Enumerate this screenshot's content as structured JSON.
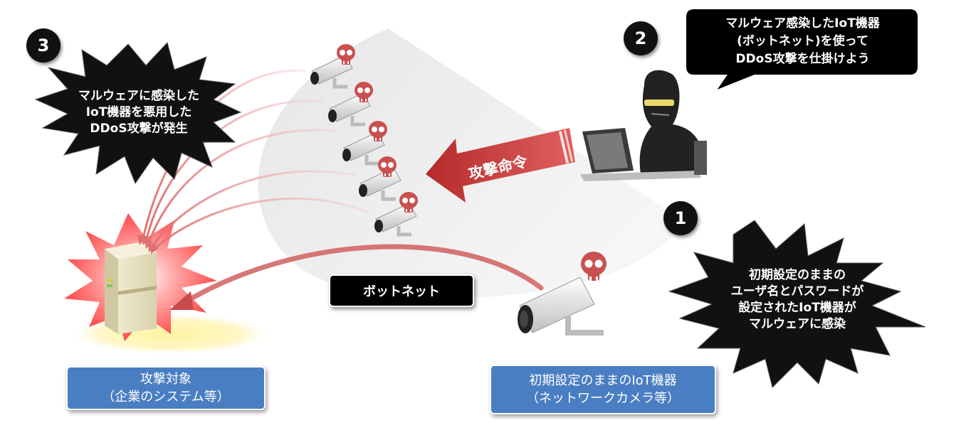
{
  "steps": {
    "step1": {
      "number": "1",
      "text": [
        "初期設定のままの",
        "ユーザ名とパスワードが",
        "設定されたIoT機器が",
        "マルウェアに感染"
      ]
    },
    "step2": {
      "number": "2",
      "text": [
        "マルウェア感染したIoT機器",
        "(ボットネット)を使って",
        "DDoS攻撃を仕掛けよう"
      ]
    },
    "step3": {
      "number": "3",
      "text": [
        "マルウェアに感染した",
        "IoT機器を悪用した",
        "DDoS攻撃が発生"
      ]
    }
  },
  "attack_command": "攻撃命令",
  "botnet_label": "ボットネット",
  "target_label": [
    "攻撃対象",
    "（企業のシステム等）"
  ],
  "device_label": [
    "初期設定のままのIoT機器",
    "（ネットワークカメラ等）"
  ],
  "colors": {
    "badge": "#111111",
    "label_blue": "#4a7ec2",
    "arrow_red": "#c23a3a",
    "curve_pink": "#e8a0a0"
  }
}
